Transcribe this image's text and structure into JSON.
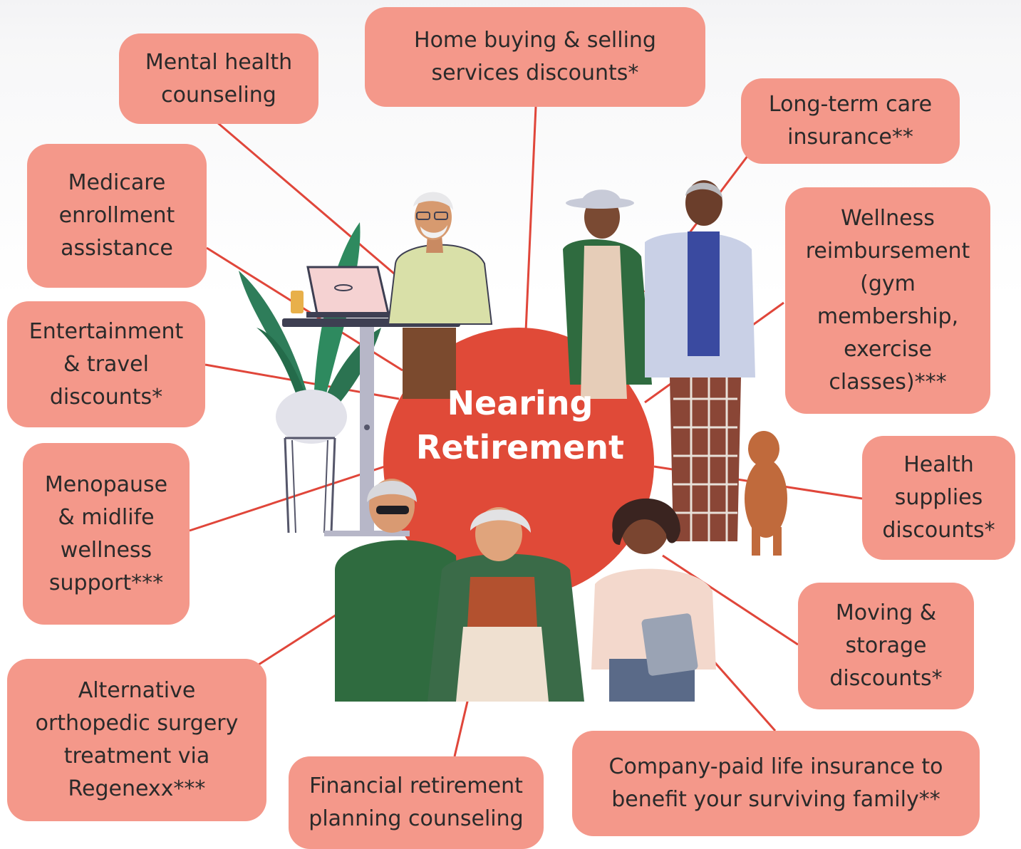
{
  "colors": {
    "box_fill": "#f4988a",
    "center_fill": "#e04a38",
    "connector": "#e0463a",
    "text": "#2a2a2a"
  },
  "center": {
    "label": "Nearing\nRetirement"
  },
  "benefits": [
    {
      "id": "mental-health",
      "label": "Mental health\ncounseling"
    },
    {
      "id": "home-buying",
      "label": "Home buying & selling\nservices discounts*"
    },
    {
      "id": "long-term-care",
      "label": "Long-term care\ninsurance**"
    },
    {
      "id": "medicare",
      "label": "Medicare\nenrollment\nassistance"
    },
    {
      "id": "wellness",
      "label": "Wellness\nreimbursement\n(gym\nmembership,\nexercise\nclasses)***"
    },
    {
      "id": "entertainment",
      "label": "Entertainment\n& travel\ndiscounts*"
    },
    {
      "id": "health-supplies",
      "label": "Health\nsupplies\ndiscounts*"
    },
    {
      "id": "menopause",
      "label": "Menopause\n& midlife\nwellness\nsupport***"
    },
    {
      "id": "moving",
      "label": "Moving &\nstorage\ndiscounts*"
    },
    {
      "id": "orthopedic",
      "label": "Alternative\northopedic surgery\ntreatment via\nRegenexx***"
    },
    {
      "id": "financial",
      "label": "Financial retirement\nplanning counseling"
    },
    {
      "id": "life-insurance",
      "label": "Company-paid life insurance to\nbenefit your surviving family**"
    }
  ]
}
